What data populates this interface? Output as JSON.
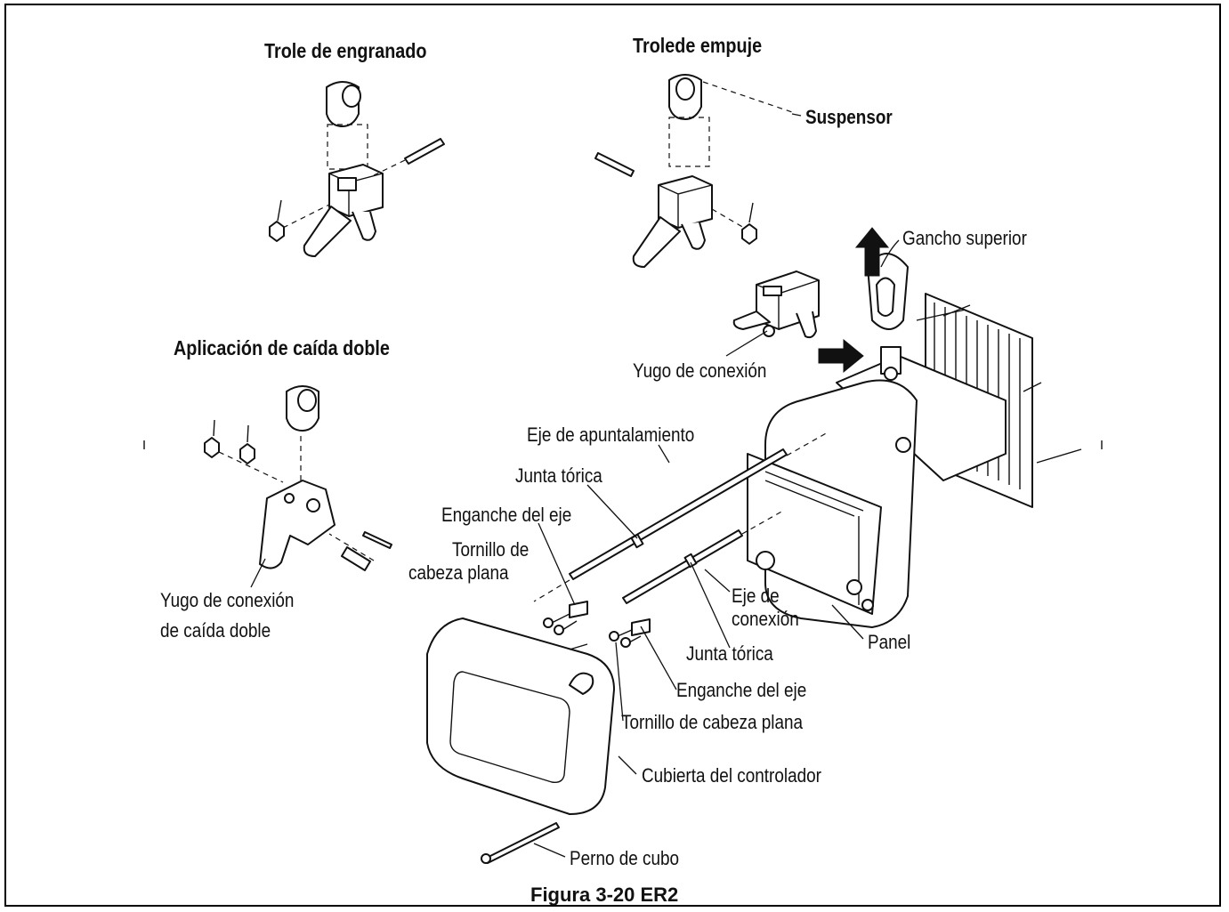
{
  "titles": {
    "geared_trolley": "Trole de engranado",
    "push_trolley": "Trolede empuje",
    "double_fall": "Aplicación de caída doble"
  },
  "labels": {
    "suspensor": "Suspensor",
    "gancho_superior": "Gancho superior",
    "yugo_conexion": "Yugo de conexión",
    "eje_apuntalamiento": "Eje de apuntalamiento",
    "junta_torica_1": "Junta tórica",
    "enganche_eje_1": "Enganche del eje",
    "tornillo_1_line1": "Tornillo de",
    "tornillo_1_line2": "cabeza plana",
    "yugo_doble_line1": "Yugo de conexión",
    "yugo_doble_line2": "de caída doble",
    "eje_conexion_line1": "Eje de",
    "eje_conexion_line2": "conexión",
    "panel": "Panel",
    "junta_torica_2": "Junta tórica",
    "enganche_eje_2": "Enganche del eje",
    "tornillo_2": "Tornillo de cabeza plana",
    "cubierta": "Cubierta del controlador",
    "perno": "Perno de cubo"
  },
  "caption": "Figura 3-20 ER2"
}
